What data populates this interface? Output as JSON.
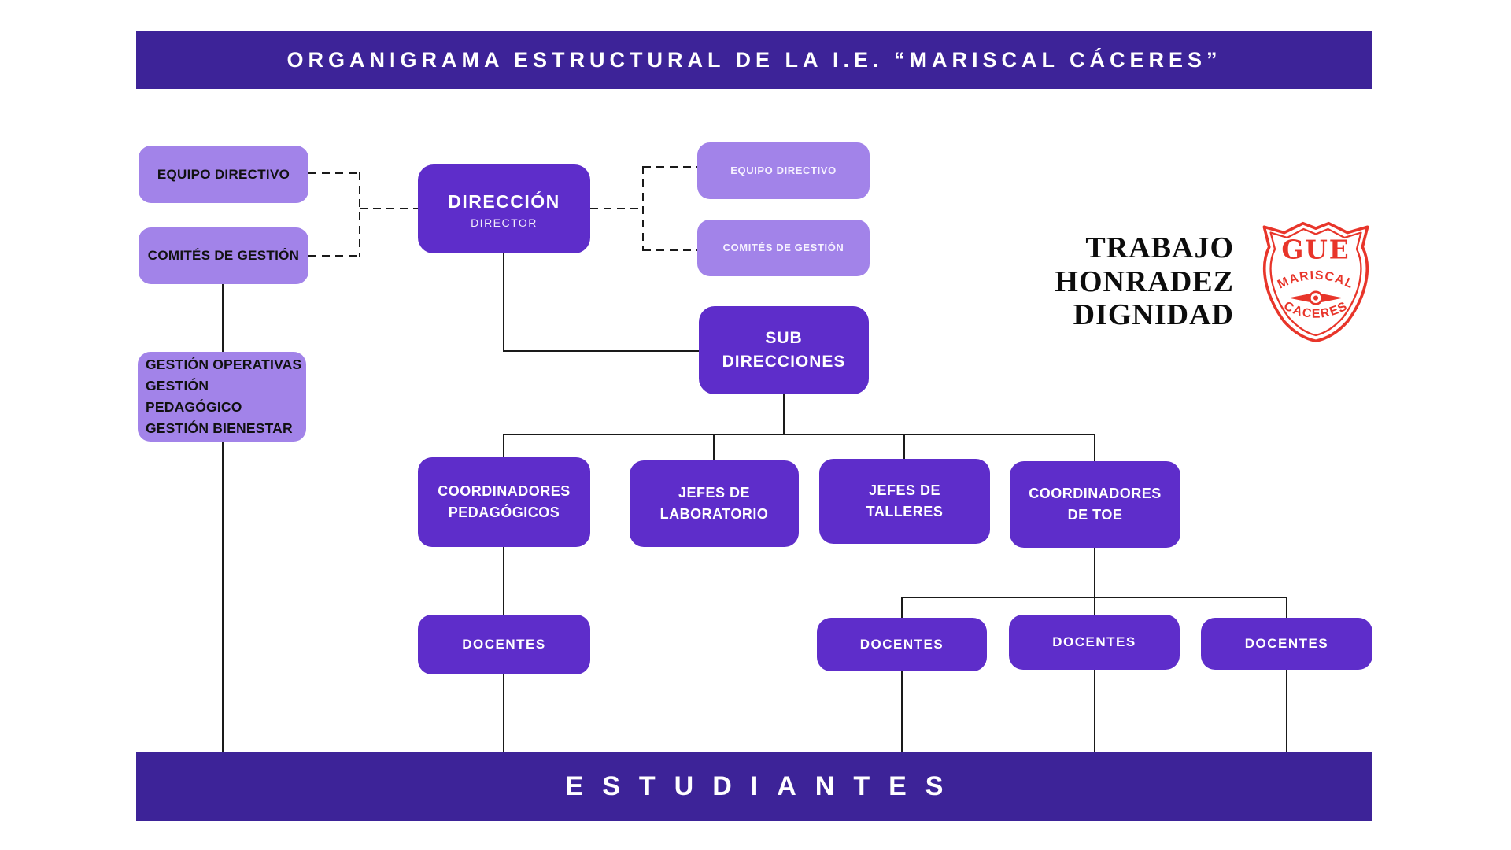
{
  "colors": {
    "bar": "#3d2398",
    "box_dark": "#5e2dca",
    "box_light": "#a283e9",
    "line": "#1a1a1a",
    "logo_red": "#e8352a",
    "text_on_dark": "#ffffff",
    "text_on_light": "#111111"
  },
  "header": {
    "title": "ORGANIGRAMA ESTRUCTURAL DE LA I.E. “MARISCAL CÁCERES”"
  },
  "footer": {
    "label": "ESTUDIANTES"
  },
  "motto": {
    "line1": "TRABAJO",
    "line2": "HONRADEZ",
    "line3": "DIGNIDAD"
  },
  "logo": {
    "acronym": "GUE",
    "name_top": "MARISCAL",
    "name_bottom": "CACERES"
  },
  "nodes": {
    "equipo_directivo_left": {
      "label": "EQUIPO DIRECTIVO"
    },
    "comites_gestion_left": {
      "label": "COMITÉS DE GESTIÓN"
    },
    "direccion": {
      "label": "DIRECCIÓN",
      "sublabel": "DIRECTOR"
    },
    "equipo_directivo_right": {
      "label": "EQUIPO DIRECTIVO"
    },
    "comites_gestion_right": {
      "label": "COMITÉS DE GESTIÓN"
    },
    "gestion": {
      "lines": [
        "GESTIÓN OPERATIVAS",
        "GESTIÓN PEDAGÓGICO",
        "GESTIÓN BIENESTAR"
      ]
    },
    "sub_direcciones": {
      "label": "SUB\nDIRECCIONES"
    },
    "coordinadores_pedagogicos": {
      "label": "COORDINADORES\nPEDAGÓGICOS"
    },
    "jefes_laboratorio": {
      "label": "JEFES DE\nLABORATORIO"
    },
    "jefes_talleres": {
      "label": "JEFES DE\nTALLERES"
    },
    "coordinadores_toe": {
      "label": "COORDINADORES\nDE TOE"
    },
    "docentes_pedagogicos": {
      "label": "DOCENTES"
    },
    "docentes_toe_1": {
      "label": "DOCENTES"
    },
    "docentes_toe_2": {
      "label": "DOCENTES"
    },
    "docentes_toe_3": {
      "label": "DOCENTES"
    }
  }
}
